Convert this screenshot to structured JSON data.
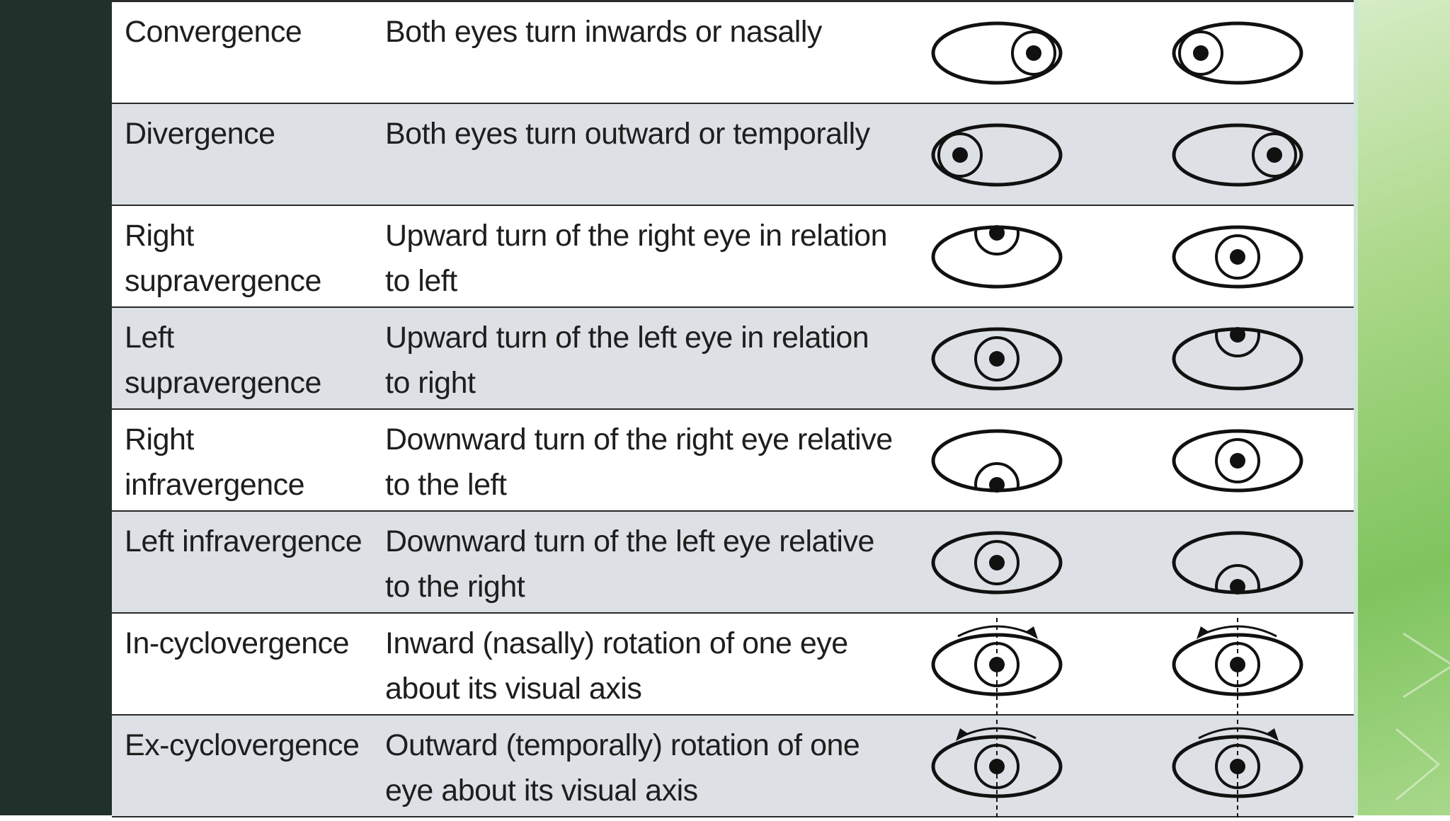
{
  "rows": [
    {
      "term": "Convergence",
      "description": "Both eyes turn inwards or nasally",
      "left_eye": "eye-pupil-right-icon",
      "right_eye": "eye-pupil-left-icon"
    },
    {
      "term": "Divergence",
      "description": "Both eyes turn outward or temporally",
      "left_eye": "eye-pupil-left-icon",
      "right_eye": "eye-pupil-right-icon"
    },
    {
      "term": "Right supravergence",
      "description": "Upward turn of the right eye in relation to left",
      "left_eye": "eye-pupil-up-icon",
      "right_eye": "eye-pupil-center-icon"
    },
    {
      "term": "Left supravergence",
      "description": "Upward turn of the left eye in relation to right",
      "left_eye": "eye-pupil-center-icon",
      "right_eye": "eye-pupil-up-icon"
    },
    {
      "term": "Right infravergence",
      "description": "Downward turn of the right eye relative to the left",
      "left_eye": "eye-pupil-down-icon",
      "right_eye": "eye-pupil-center-icon"
    },
    {
      "term": "Left infravergence",
      "description": "Downward turn of the left eye relative to the right",
      "left_eye": "eye-pupil-center-icon",
      "right_eye": "eye-pupil-down-icon"
    },
    {
      "term": "In-cyclovergence",
      "description": "Inward (nasally) rotation of one eye about its visual axis",
      "left_eye": "eye-rotate-clockwise-icon",
      "right_eye": "eye-rotate-counterclockwise-icon"
    },
    {
      "term": "Ex-cyclovergence",
      "description": "Outward (temporally) rotation of one eye about its visual axis",
      "left_eye": "eye-rotate-counterclockwise-icon",
      "right_eye": "eye-rotate-clockwise-icon"
    }
  ],
  "colors": {
    "dark_panel": "#20302a",
    "shaded_row": "#dde0e5",
    "ink": "#1e1e1e"
  }
}
